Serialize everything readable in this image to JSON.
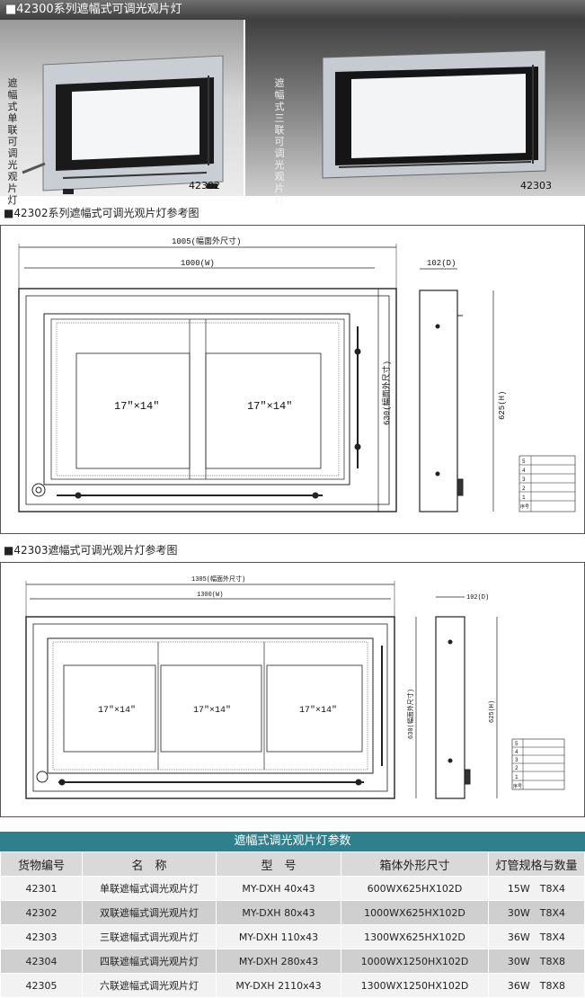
{
  "header": {
    "title": "■42300系列遮幅式可调光观片灯"
  },
  "photos": {
    "left": {
      "vertical_label": "遮幅式单联可调光观片灯",
      "model": "42302"
    },
    "right": {
      "vertical_label": "遮幅式三联可调光观片灯",
      "model": "42303"
    }
  },
  "drawing_42302": {
    "title": "■42302系列遮幅式可调光观片灯参考图",
    "dim_outer_width": "1005(幅面外尺寸)",
    "dim_width": "1000(W)",
    "dim_depth": "102(D)",
    "dim_outer_height": "630(幅面外尺寸)",
    "dim_height": "625(H)",
    "film_labels": [
      "17″×14″",
      "17″×14″"
    ],
    "legend_numbers": [
      "5",
      "4",
      "3",
      "2",
      "1",
      "序号"
    ]
  },
  "drawing_42303": {
    "title": "■42303遮幅式可调光观片灯参考图",
    "dim_outer_width": "1305(幅面外尺寸)",
    "dim_width": "1300(W)",
    "dim_depth": "102(D)",
    "dim_outer_height": "630(幅面外尺寸)",
    "dim_height": "625(H)",
    "film_labels": [
      "17″×14″",
      "17″×14″",
      "17″×14″"
    ],
    "legend_numbers": [
      "5",
      "4",
      "3",
      "2",
      "1",
      "序号"
    ]
  },
  "spec_table": {
    "title": "遮幅式调光观片灯参数",
    "headers": [
      "货物编号",
      "名　称",
      "型　号",
      "箱体外形尺寸",
      "灯管规格与数量"
    ],
    "rows": [
      [
        "42301",
        "单联遮幅式调光观片灯",
        "MY-DXH 40x43",
        "600WX625HX102D",
        "15W　T8X4"
      ],
      [
        "42302",
        "双联遮幅式调光观片灯",
        "MY-DXH 80x43",
        "1000WX625HX102D",
        "30W　T8X4"
      ],
      [
        "42303",
        "三联遮幅式调光观片灯",
        "MY-DXH 110x43",
        "1300WX625HX102D",
        "36W　T8X4"
      ],
      [
        "42304",
        "四联遮幅式调光观片灯",
        "MY-DXH 280x43",
        "1000WX1250HX102D",
        "30W　T8X8"
      ],
      [
        "42305",
        "六联遮幅式调光观片灯",
        "MY-DXH 2110x43",
        "1300WX1250HX102D",
        "36W　T8X8"
      ]
    ]
  }
}
